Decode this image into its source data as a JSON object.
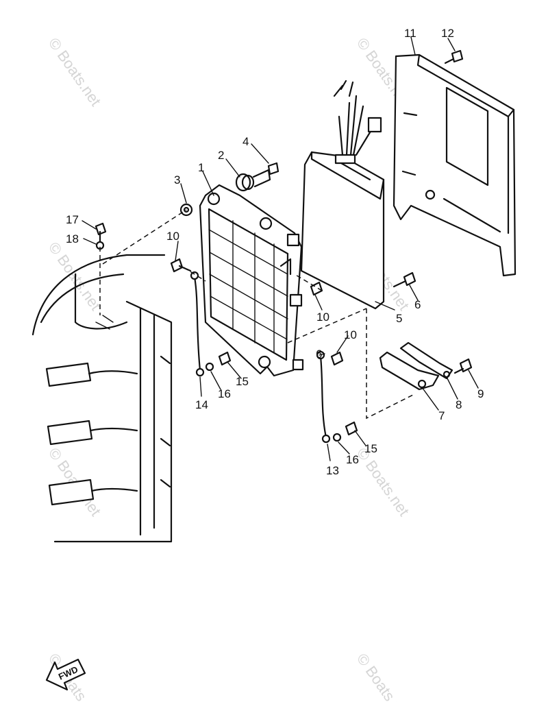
{
  "watermark": "© Boats.net",
  "direction_label": "FWD",
  "callouts": [
    {
      "id": "part-1",
      "text": "1"
    },
    {
      "id": "part-2",
      "text": "2"
    },
    {
      "id": "part-3",
      "text": "3"
    },
    {
      "id": "part-4",
      "text": "4"
    },
    {
      "id": "part-5",
      "text": "5"
    },
    {
      "id": "part-6a",
      "text": "6"
    },
    {
      "id": "part-6b",
      "text": "6"
    },
    {
      "id": "part-7",
      "text": "7"
    },
    {
      "id": "part-8",
      "text": "8"
    },
    {
      "id": "part-9",
      "text": "9"
    },
    {
      "id": "part-10a",
      "text": "10"
    },
    {
      "id": "part-10b",
      "text": "10"
    },
    {
      "id": "part-10c",
      "text": "10"
    },
    {
      "id": "part-11",
      "text": "11"
    },
    {
      "id": "part-12",
      "text": "12"
    },
    {
      "id": "part-13",
      "text": "13"
    },
    {
      "id": "part-14",
      "text": "14"
    },
    {
      "id": "part-15a",
      "text": "15"
    },
    {
      "id": "part-15b",
      "text": "15"
    },
    {
      "id": "part-16a",
      "text": "16"
    },
    {
      "id": "part-16b",
      "text": "16"
    },
    {
      "id": "part-17",
      "text": "17"
    },
    {
      "id": "part-18",
      "text": "18"
    }
  ]
}
